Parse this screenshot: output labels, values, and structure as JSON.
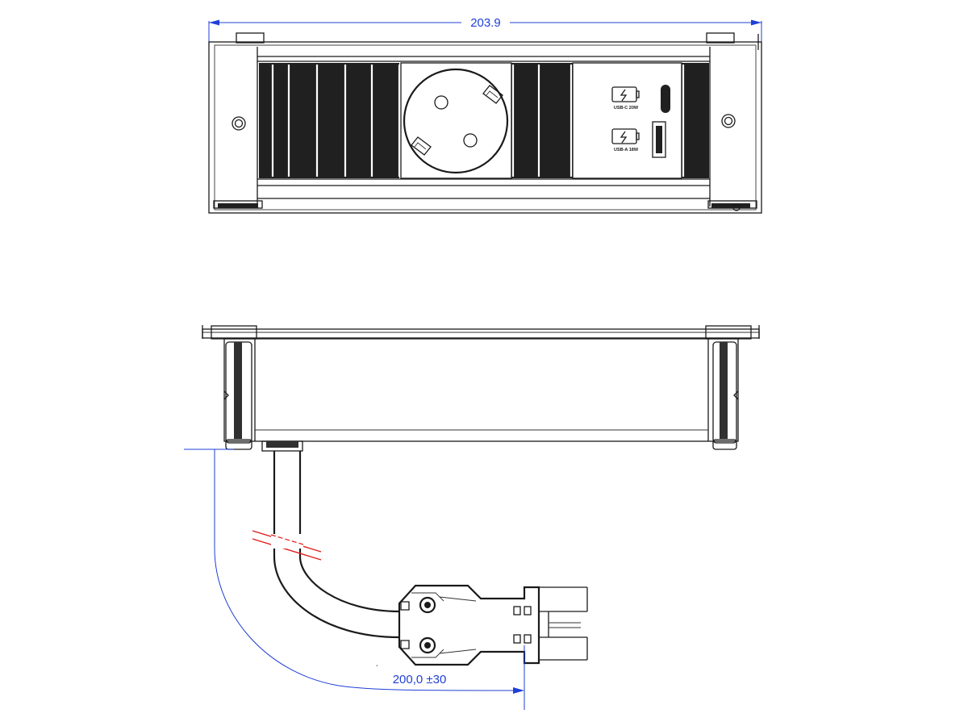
{
  "dimensions": {
    "width_label": "203.9",
    "cable_label": "200,0 ±30"
  },
  "usb_labels": {
    "usb_c": "USB-C 20W",
    "usb_a": "USB-A 18W"
  },
  "colors": {
    "line": "#1a1a1a",
    "dimension": "#1f3fd6",
    "break_mark": "#e01b1b",
    "background": "#ffffff"
  }
}
